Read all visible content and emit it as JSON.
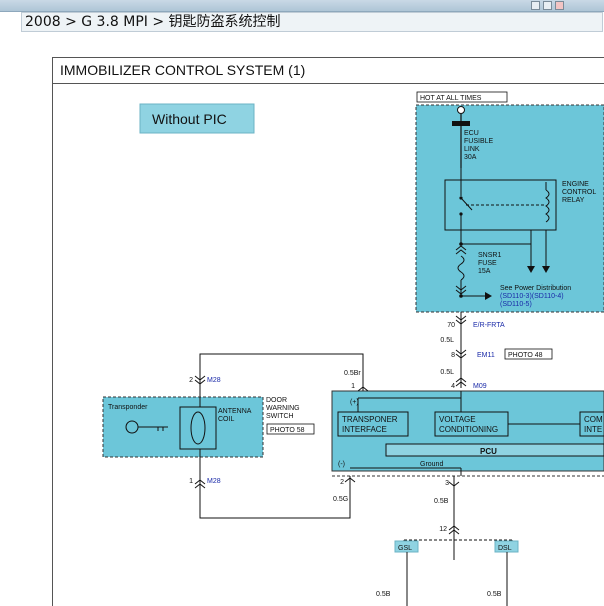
{
  "breadcrumb": "2008 > G 3.8 MPI > 钥匙防盗系统控制",
  "diagram_title": "IMMOBILIZER CONTROL SYSTEM (1)",
  "without_pic_label": "Without PIC",
  "hot_label": "HOT AT ALL TIMES",
  "ecu_fuse": {
    "l1": "ECU",
    "l2": "FUSIBLE",
    "l3": "LINK",
    "l4": "30A"
  },
  "relay": {
    "l1": "ENGINE",
    "l2": "CONTROL",
    "l3": "RELAY"
  },
  "snsr_fuse": {
    "l1": "SNSR1",
    "l2": "FUSE",
    "l3": "15A"
  },
  "see_power": "See Power Distribution",
  "see_refs": "(SD110-3)(SD110-4)",
  "see_ref2": "(SD110-5)",
  "pin_70": "70",
  "wire_erfrta": "E/R-FRTA",
  "wire_05l_a": "0.5L",
  "em11_pin": "8",
  "em11": "EM11",
  "photo48": "PHOTO 48",
  "wire_05l_b": "0.5L",
  "m09_pin": "4",
  "m09": "M09",
  "wire_05br": "0.5Br",
  "pin_1": "1",
  "m28_top_pin": "2",
  "m28_top": "M28",
  "m28_bot_pin": "1",
  "m28_bot": "M28",
  "transponder": "Transponder",
  "antenna": {
    "l1": "ANTENNA",
    "l2": "COIL"
  },
  "door_switch": {
    "l1": "DOOR",
    "l2": "WARNING",
    "l3": "SWITCH"
  },
  "photo58": "PHOTO 58",
  "pcu": {
    "plus": "(+)",
    "minus": "(-)",
    "transponder_if_l1": "TRANSPONER",
    "transponder_if_l2": "INTERFACE",
    "voltage_l1": "VOLTAGE",
    "voltage_l2": "CONDITIONING",
    "comm_l1": "COM",
    "comm_l2": "INTE",
    "name": "PCU",
    "ground": "Ground"
  },
  "pin_2": "2",
  "pin_3": "3",
  "wire_05g": "0.5G",
  "wire_05b_a": "0.5B",
  "pin_12": "12",
  "gsl": "GSL",
  "dsl": "DSL",
  "wire_05b_left": "0.5B",
  "wire_05b_right": "0.5B",
  "colors": {
    "module_fill": "#6cc6d9",
    "tag_fill": "#8fd3e2",
    "wire": "#111111",
    "link_blue": "#1a2aa8"
  }
}
